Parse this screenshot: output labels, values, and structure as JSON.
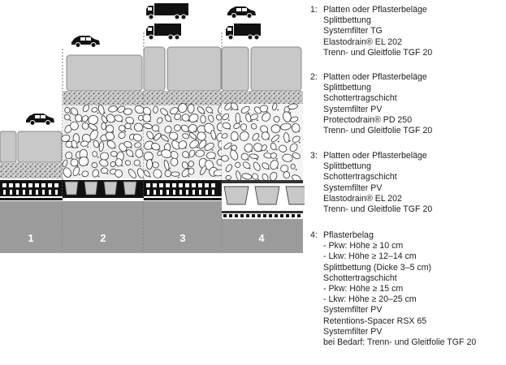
{
  "colors": {
    "pavement": "#c8c8c8",
    "pavement_stroke": "#888888",
    "gravel": "#e9e9e9",
    "split": "#bdbdbd",
    "base": "#9b9b9b",
    "membrane": "#111111",
    "vehicle": "#111111"
  },
  "icons": {
    "car": "car-icon",
    "truck": "truck-icon"
  },
  "sections": [
    {
      "label": "1",
      "vehicles": [
        "car"
      ],
      "layers": [
        "Platten oder Pflasterbeläge",
        "Splittbettung",
        "Systemfilter TG",
        "Elastodrain® EL 202",
        "Trenn- und Gleitfolie TGF 20"
      ]
    },
    {
      "label": "2",
      "vehicles": [
        "car"
      ],
      "layers": [
        "Platten oder Pflasterbeläge",
        "Splittbettung",
        "Schottertragschicht",
        "Systemfilter PV",
        "Protectodrain® PD 250",
        "Trenn- und Gleitfolie TGF 20"
      ]
    },
    {
      "label": "3",
      "vehicles": [
        "truck",
        "truck"
      ],
      "layers": [
        "Platten oder Pflasterbeläge",
        "Splittbettung",
        "Schottertragschicht",
        "Systemfilter PV",
        "Elastodrain® EL 202",
        "Trenn- und Gleitfolie TGF 20"
      ]
    },
    {
      "label": "4",
      "vehicles": [
        "car",
        "truck"
      ],
      "layers": []
    }
  ],
  "legend": [
    {
      "number": "1:",
      "lines": [
        "Platten oder Pflasterbeläge",
        "Splittbettung",
        "Systemfilter TG",
        "Elastodrain® EL 202",
        "Trenn- und Gleitfolie TGF 20"
      ]
    },
    {
      "number": "2:",
      "lines": [
        "Platten oder Pflasterbeläge",
        "Splittbettung",
        "Schottertragschicht",
        "Systemfilter PV",
        "Protectodrain® PD 250",
        "Trenn- und Gleitfolie TGF 20"
      ]
    },
    {
      "number": "3:",
      "lines": [
        "Platten oder Pflasterbeläge",
        "Splittbettung",
        "Schottertragschicht",
        "Systemfilter PV",
        "Elastodrain® EL 202",
        "Trenn- und Gleitfolie TGF 20"
      ]
    },
    {
      "number": "4:",
      "lines": [
        "Pflasterbelag",
        "- Pkw: Höhe ≥ 10 cm",
        "- Lkw: Höhe ≥ 12–14 cm",
        "Splittbettung (Dicke 3–5 cm)",
        "Schottertragschicht",
        "- Pkw: Höhe ≥ 15 cm",
        "- Lkw: Höhe ≥ 20–25 cm",
        "Systemfilter PV",
        "Retentions-Spacer RSX 65",
        "Systemfilter PV",
        "bei Bedarf: Trenn- und Gleitfolie TGF 20"
      ]
    }
  ]
}
